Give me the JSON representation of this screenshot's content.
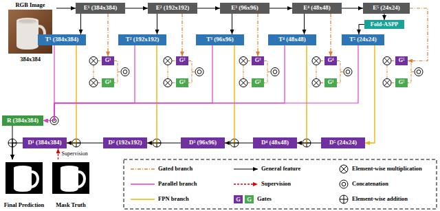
{
  "diagram": {
    "nodes": [
      {
        "text": [
          "RGB Image",
          "384x384"
        ]
      },
      {
        "text": [
          "E¹ (384x384)"
        ]
      },
      {
        "text": [
          "E² (192x192)"
        ]
      },
      {
        "text": [
          "E³ (96x96)"
        ]
      },
      {
        "text": [
          "E⁴ (48x48)"
        ]
      },
      {
        "text": [
          "E⁵ (24x24)"
        ]
      },
      {
        "text": [
          "Fold-ASPP"
        ]
      },
      {
        "text": [
          "T¹ (384x384)"
        ]
      },
      {
        "text": [
          "T² (192x192)"
        ]
      },
      {
        "text": [
          "T³ (96x96)"
        ]
      },
      {
        "text": [
          "T⁴ (48x48)"
        ]
      },
      {
        "text": [
          "T⁵ (24x24)"
        ]
      },
      {
        "text": [
          "G¹"
        ]
      },
      {
        "text": [
          "G²"
        ]
      },
      {
        "text": [
          "G³"
        ]
      },
      {
        "text": [
          "G⁴"
        ]
      },
      {
        "text": [
          "G⁵"
        ]
      },
      {
        "text": [
          "G⁴"
        ]
      },
      {
        "text": [
          "G³"
        ]
      },
      {
        "text": [
          "G²"
        ]
      },
      {
        "text": [
          "G¹"
        ]
      },
      {
        "text": [
          "G⁵"
        ]
      },
      {
        "text": [
          "R (384x384)"
        ]
      },
      {
        "text": [
          "D¹ (384x384)"
        ]
      },
      {
        "text": [
          "D² (192x192)"
        ]
      },
      {
        "text": [
          "D³ (96x96)"
        ]
      },
      {
        "text": [
          "D⁴ (48x48)"
        ]
      },
      {
        "text": [
          "D⁵ (24x24)"
        ]
      },
      {
        "text": [
          "Final Prediction"
        ]
      },
      {
        "text": [
          "Mask Truth"
        ]
      }
    ],
    "edges": [
      {
        "from": 0,
        "to": 1,
        "arrow": "to"
      },
      {
        "from": 1,
        "to": 2,
        "arrow": "to"
      },
      {
        "from": 2,
        "to": 3,
        "arrow": "to"
      },
      {
        "from": 3,
        "to": 4,
        "arrow": "to"
      },
      {
        "from": 4,
        "to": 5,
        "arrow": "to"
      },
      {
        "from": 5,
        "to": 6,
        "arrow": "to"
      },
      {
        "from": 6,
        "to": 11,
        "arrow": "to"
      },
      {
        "from": 1,
        "to": 7,
        "arrow": "to"
      },
      {
        "from": 2,
        "to": 8,
        "arrow": "to"
      },
      {
        "from": 3,
        "to": 9,
        "arrow": "to"
      },
      {
        "from": 4,
        "to": 10,
        "arrow": "to"
      },
      {
        "from": 1,
        "to": 12,
        "arrow": "to"
      },
      {
        "from": 2,
        "to": 13,
        "arrow": "to"
      },
      {
        "from": 3,
        "to": 14,
        "arrow": "to"
      },
      {
        "from": 4,
        "to": 15,
        "arrow": "to"
      },
      {
        "from": 5,
        "to": 16,
        "arrow": "to"
      },
      {
        "from": 7,
        "to": 23,
        "arrow": "to"
      },
      {
        "from": 8,
        "to": 24,
        "arrow": "to"
      },
      {
        "from": 9,
        "to": 25,
        "arrow": "to"
      },
      {
        "from": 10,
        "to": 26,
        "arrow": "to"
      },
      {
        "from": 11,
        "to": 27,
        "arrow": "to"
      },
      {
        "from": 27,
        "to": 26,
        "arrow": "to"
      },
      {
        "from": 26,
        "to": 25,
        "arrow": "to"
      },
      {
        "from": 25,
        "to": 24,
        "arrow": "to"
      },
      {
        "from": 24,
        "to": 23,
        "arrow": "to"
      },
      {
        "from": 7,
        "to": 22,
        "arrow": "to"
      },
      {
        "from": 8,
        "to": 22,
        "arrow": "to"
      },
      {
        "from": 9,
        "to": 22,
        "arrow": "to"
      },
      {
        "from": 10,
        "to": 22,
        "arrow": "to"
      },
      {
        "from": 11,
        "to": 22,
        "arrow": "to"
      },
      {
        "from": 23,
        "to": 28,
        "arrow": "to"
      },
      {
        "from": 22,
        "to": 28,
        "arrow": "to"
      },
      {
        "from": 29,
        "to": 23,
        "label": "Supervision",
        "arrow": "to"
      }
    ],
    "labels": [
      "G",
      "G"
    ],
    "legend": [
      {
        "text": "Gated branch"
      },
      {
        "text": "General feature"
      },
      {
        "text": "Element-wise multiplication"
      },
      {
        "text": "Parallel branch"
      },
      {
        "text": "Supervision"
      },
      {
        "text": "Concatenation"
      },
      {
        "text": "FPN branch"
      },
      {
        "text": "Gates"
      },
      {
        "text": "Element-wise addition"
      }
    ]
  }
}
